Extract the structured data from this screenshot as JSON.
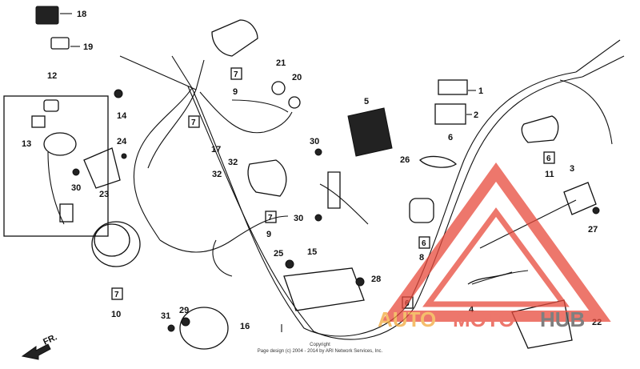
{
  "callouts": [
    "18",
    "19",
    "12",
    "13",
    "14",
    "24",
    "30",
    "23",
    "1",
    "2",
    "3",
    "4",
    "5",
    "6",
    "8",
    "9",
    "10",
    "11",
    "15",
    "16",
    "17",
    "20",
    "21",
    "22",
    "25",
    "26",
    "27",
    "28",
    "29",
    "31",
    "32"
  ],
  "boxed_refs": [
    "7",
    "6"
  ],
  "direction_label": "FR.",
  "watermark": {
    "part1": "AUTO",
    "part2": "MOTO",
    "part3": "HUB",
    "color_main": "#e84a3c",
    "color_accent": "#f2a93b",
    "color_dark": "#555555"
  },
  "footer": {
    "line1": "Copyright",
    "line2": "Page design (c) 2004 - 2014 by ARI Network Services, Inc."
  }
}
